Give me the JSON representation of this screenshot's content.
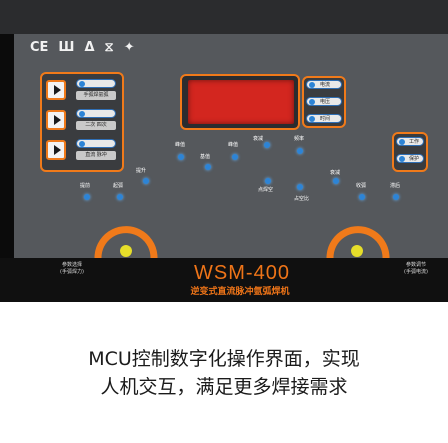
{
  "panel": {
    "cert_icons": [
      "CE",
      "Ш",
      "Δ",
      "⧖",
      "✦"
    ],
    "model": "WSM-400",
    "model_subtitle": "逆变式直流脉冲氩弧焊机",
    "left_knob_caption": "参数选择\n(手弧焊力)",
    "right_knob_caption": "参数调节\n(手弧电流)",
    "mode_groups": [
      {
        "labels": [
          "",
          "手弧焊氩弧"
        ]
      },
      {
        "labels": [
          "",
          "二次 四次"
        ]
      },
      {
        "labels": [
          "",
          "直流 脉冲"
        ]
      }
    ],
    "unit_labels": [
      "电流",
      "电压",
      "时间"
    ],
    "state_labels": [
      "工作",
      "保护"
    ],
    "param_labels": [
      "提前",
      "起弧",
      "提升",
      "衰减",
      "峰值",
      "基值",
      "点焊空",
      "频率",
      "占空比",
      "衰减",
      "收弧",
      "滞后"
    ]
  },
  "tagline": {
    "line1": "MCU控制数字化操作界面，实现",
    "line2": "人机交互，满足更多焊接需求"
  },
  "colors": {
    "accent": "#f07a1a",
    "display": "#d3261f",
    "led": "#2d84d6",
    "knob": "#e6de2a"
  }
}
